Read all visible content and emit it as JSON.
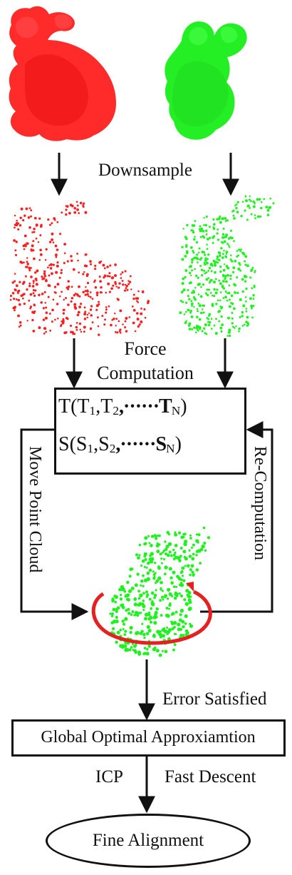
{
  "diagram": {
    "downsample": "Downsample",
    "force_line1": "Force",
    "force_line2": "Computation",
    "matrix_t": {
      "lead": "T(T",
      "sub1": "1",
      "sep": ",T",
      "sub2": "2",
      "dots": ",······T",
      "subN": "N",
      "end": ")"
    },
    "matrix_s": {
      "lead": "S(S",
      "sub1": "1",
      "sep": ",S",
      "sub2": "2",
      "dots": ",······S",
      "subN": "N",
      "end": ")"
    },
    "move_point_cloud": "Move Point Cloud",
    "re_computation": "Re-Computation",
    "error_satisfied": "Error Satisfied",
    "global_optimal": "Global Optimal Approxiamtion",
    "icp": "ICP",
    "fast_descent": "Fast Descent",
    "fine_alignment": "Fine Alignment"
  },
  "colors": {
    "source": "#ff1d1d",
    "target": "#1df21d",
    "arrow": "#111111",
    "rotation": "#ee1f1f"
  }
}
